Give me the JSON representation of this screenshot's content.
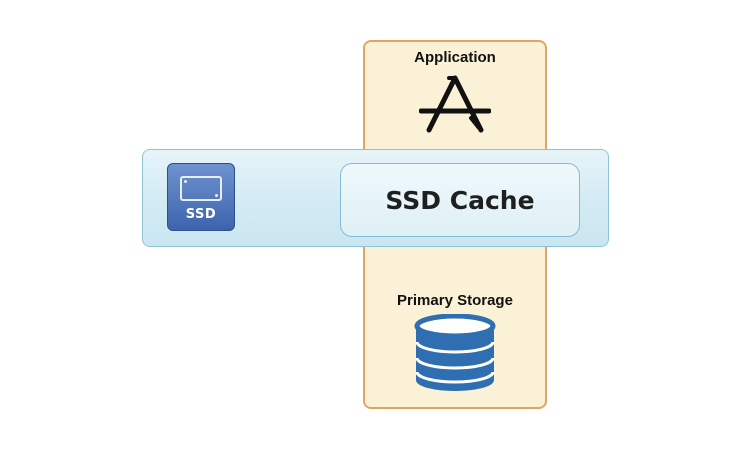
{
  "diagram": {
    "application_label": "Application",
    "cache_label": "SSD Cache",
    "ssd_label": "SSD",
    "storage_label": "Primary Storage"
  },
  "icons": {
    "application": "app-store-icon",
    "ssd": "ssd-drive-icon",
    "storage": "database-icon"
  },
  "colors": {
    "column_fill": "#fbf1d6",
    "column_border": "#e3a463",
    "band_fill": "#d3ebf4",
    "band_border": "#8fc3d8",
    "ssd_icon": "#3c64ad",
    "database": "#2f6fb1"
  }
}
